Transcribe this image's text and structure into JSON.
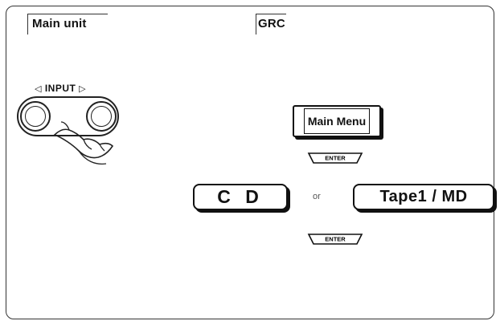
{
  "header": {
    "main_unit_label": "Main unit",
    "grc_label": "GRC"
  },
  "main_unit": {
    "input_label": "INPUT",
    "left_arrow": "◁",
    "right_arrow": "▷"
  },
  "grc": {
    "main_menu_key": "Main Menu",
    "enter_key_1": "ENTER",
    "cd_key": "C D",
    "or_text": "or",
    "tape_key": "Tape1 / MD",
    "enter_key_2": "ENTER"
  }
}
